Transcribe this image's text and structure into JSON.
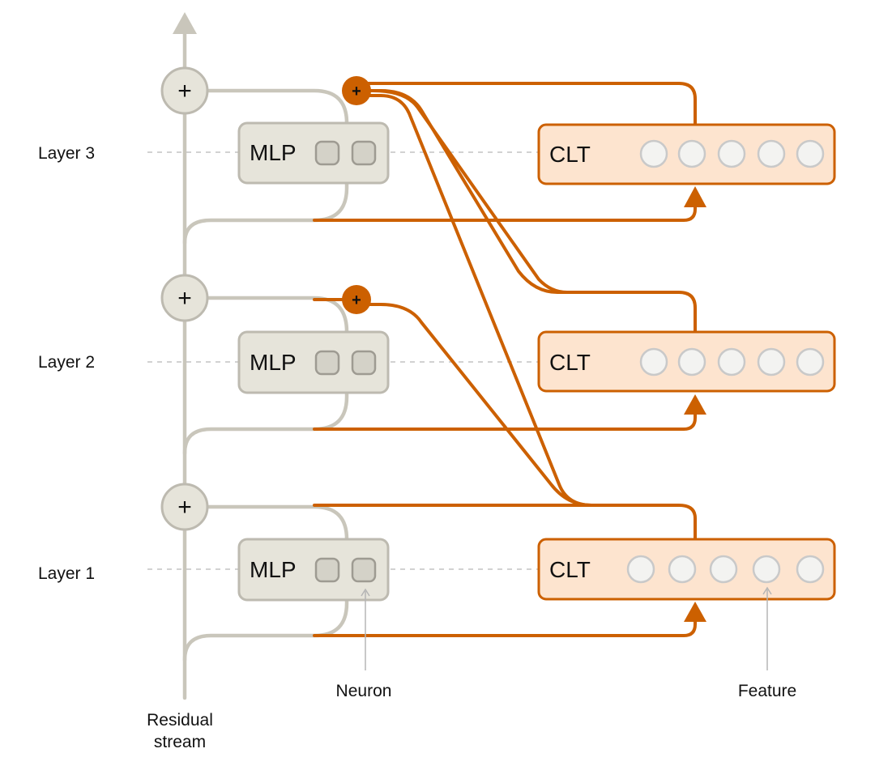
{
  "layers": [
    {
      "label": "Layer 1",
      "mlp_label": "MLP",
      "clt_label": "CLT"
    },
    {
      "label": "Layer 2",
      "mlp_label": "MLP",
      "clt_label": "CLT"
    },
    {
      "label": "Layer 3",
      "mlp_label": "MLP",
      "clt_label": "CLT"
    }
  ],
  "annotations": {
    "neuron": "Neuron",
    "feature": "Feature",
    "residual_line1": "Residual",
    "residual_line2": "stream"
  },
  "symbols": {
    "add": "+"
  },
  "colors": {
    "residual": "#c9c6bb",
    "mlp_fill": "#e6e4da",
    "mlp_stroke": "#bdbab0",
    "clt_accent": "#cc6000",
    "clt_fill": "#fde4cf",
    "feature_fill": "#f3f3f1",
    "feature_stroke": "#c9c9c9",
    "dash": "#c4c4c4"
  }
}
